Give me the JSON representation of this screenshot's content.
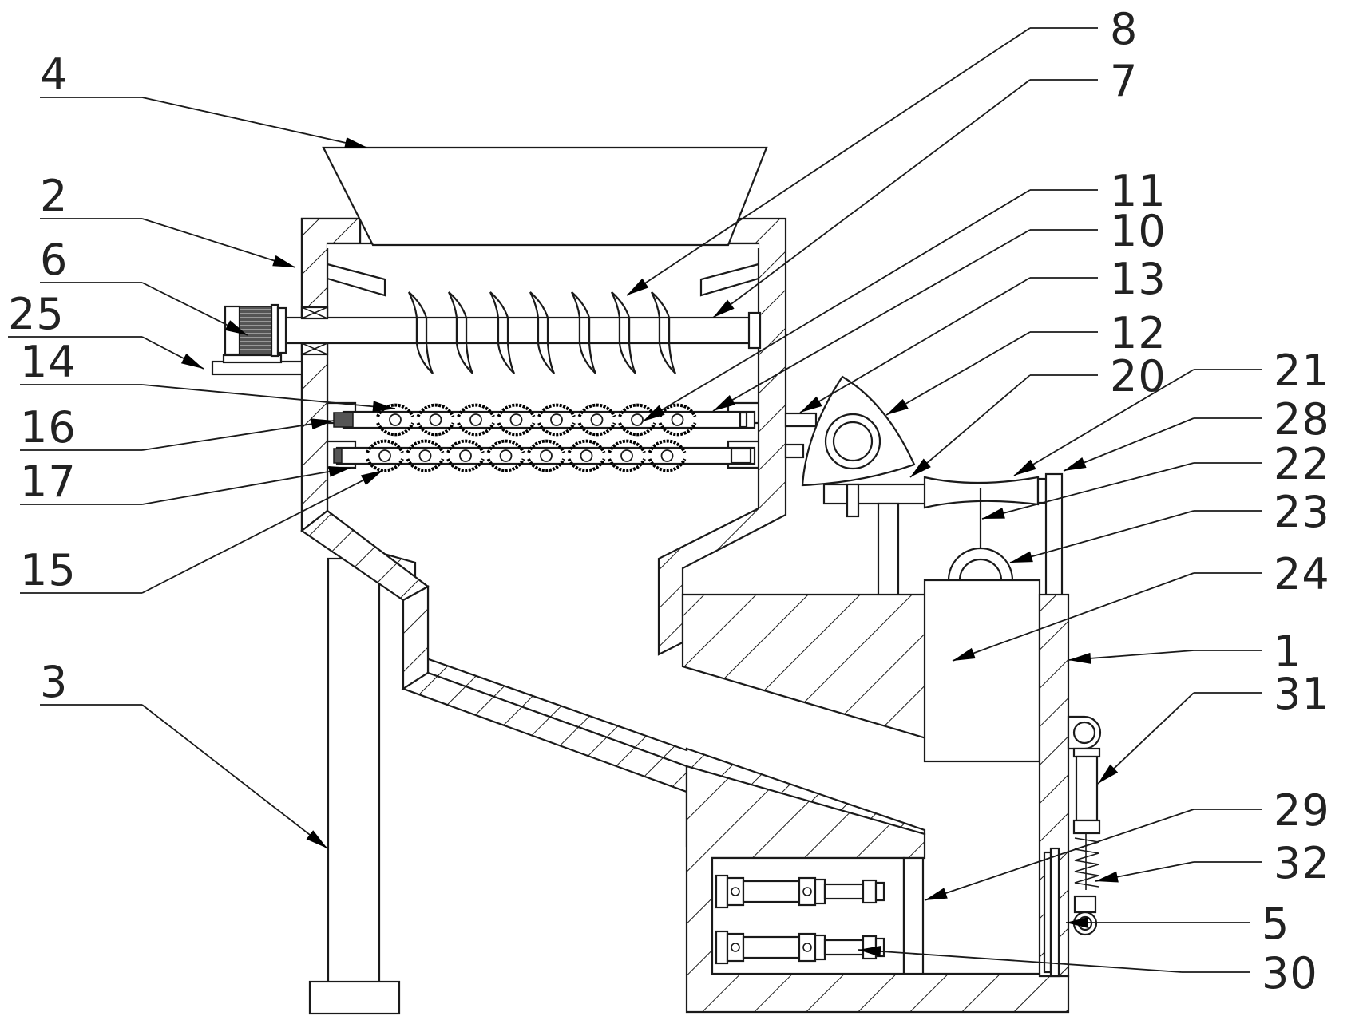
{
  "figure": {
    "title": "Crushing device with hopper, stirring shaft, roller rows and vibrating mechanism",
    "background": "#ffffff",
    "line_color": "#1a1a1a"
  },
  "labels": [
    {
      "id": "4",
      "text": "4",
      "part": "feed-hopper"
    },
    {
      "id": "2",
      "text": "2",
      "part": "crushing-box"
    },
    {
      "id": "6",
      "text": "6",
      "part": "motor"
    },
    {
      "id": "25",
      "text": "25",
      "part": "motor-base-plate"
    },
    {
      "id": "14",
      "text": "14",
      "part": "upper-crushing-roller"
    },
    {
      "id": "16",
      "text": "16",
      "part": "spring"
    },
    {
      "id": "17",
      "text": "17",
      "part": "slide-seat"
    },
    {
      "id": "15",
      "text": "15",
      "part": "lower-crushing-roller"
    },
    {
      "id": "3",
      "text": "3",
      "part": "support-leg"
    },
    {
      "id": "8",
      "text": "8",
      "part": "stirring-blade"
    },
    {
      "id": "7",
      "text": "7",
      "part": "stirring-shaft"
    },
    {
      "id": "11",
      "text": "11",
      "part": "roller-shaft"
    },
    {
      "id": "10",
      "text": "10",
      "part": "roller-frame"
    },
    {
      "id": "13",
      "text": "13",
      "part": "connecting-rod"
    },
    {
      "id": "12",
      "text": "12",
      "part": "cam"
    },
    {
      "id": "20",
      "text": "20",
      "part": "slide-rod"
    },
    {
      "id": "21",
      "text": "21",
      "part": "swing-arm"
    },
    {
      "id": "28",
      "text": "28",
      "part": "guide-post"
    },
    {
      "id": "22",
      "text": "22",
      "part": "pull-rod"
    },
    {
      "id": "23",
      "text": "23",
      "part": "hinge-seat"
    },
    {
      "id": "24",
      "text": "24",
      "part": "drive-box"
    },
    {
      "id": "1",
      "text": "1",
      "part": "base-frame"
    },
    {
      "id": "31",
      "text": "31",
      "part": "shock-absorber"
    },
    {
      "id": "29",
      "text": "29",
      "part": "push-plate"
    },
    {
      "id": "32",
      "text": "32",
      "part": "damping-spring"
    },
    {
      "id": "5",
      "text": "5",
      "part": "door-hinge"
    },
    {
      "id": "30",
      "text": "30",
      "part": "air-cylinder"
    }
  ]
}
